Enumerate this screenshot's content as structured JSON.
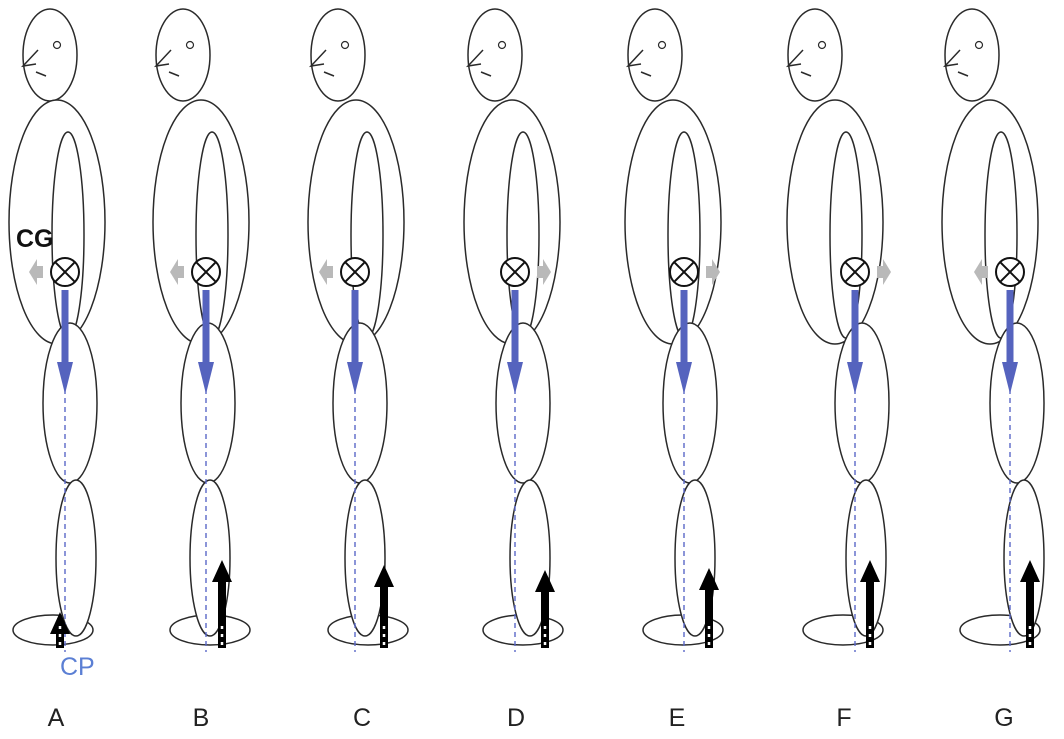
{
  "labels": {
    "cg": "CG",
    "cp": "CP"
  },
  "colors": {
    "line_of_gravity": "#5a68c8",
    "weight_arrow": "#5563be",
    "shift_arrow": "#b9b9b9",
    "ground_reaction_arrow": "#000000",
    "cp_label": "#5b7fd4"
  },
  "panels": [
    {
      "label": "A",
      "cg_shift": "left"
    },
    {
      "label": "B",
      "cg_shift": "left"
    },
    {
      "label": "C",
      "cg_shift": "left"
    },
    {
      "label": "D",
      "cg_shift": "right"
    },
    {
      "label": "E",
      "cg_shift": "right"
    },
    {
      "label": "F",
      "cg_shift": "right"
    },
    {
      "label": "G",
      "cg_shift": "left"
    }
  ]
}
